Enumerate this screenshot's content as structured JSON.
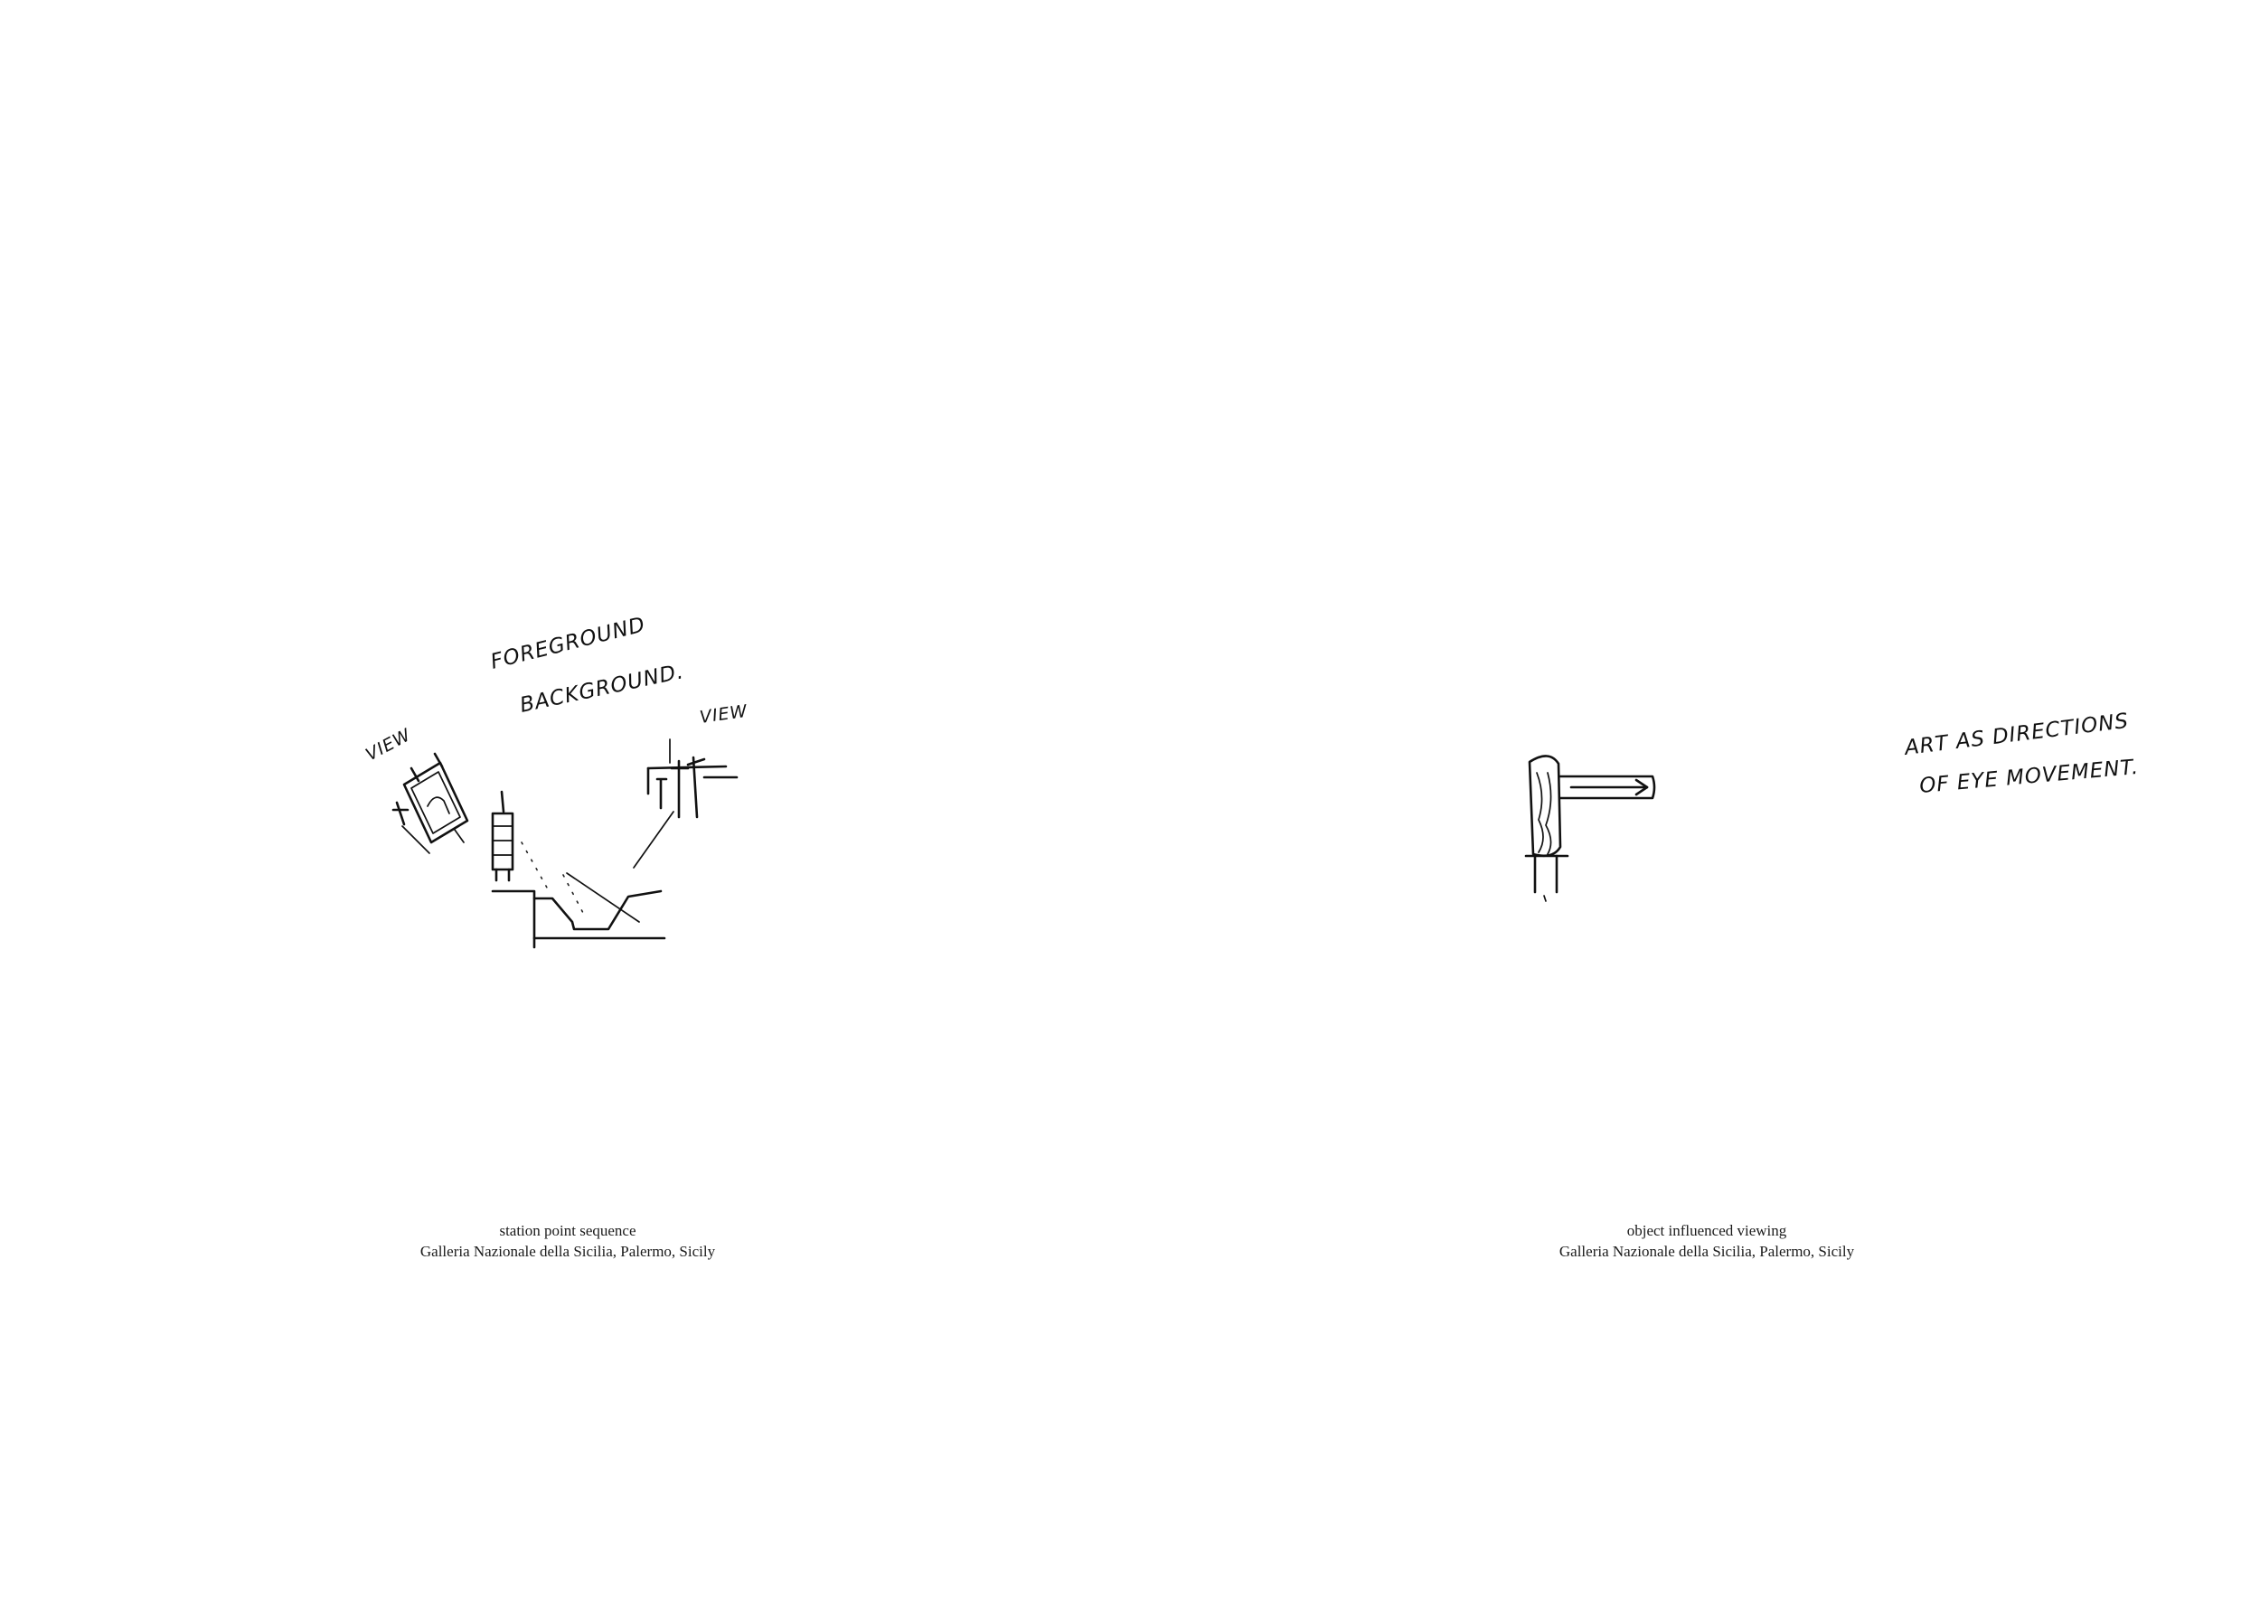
{
  "left_page": {
    "sketch": {
      "notes": {
        "foreground": "FOREGROUND",
        "background": "BACKGROUND.",
        "view_left": "VIEW",
        "view_right": "VIEW"
      }
    },
    "caption": {
      "title": "station point sequence",
      "location": "Galleria Nazionale della Sicilia, Palermo, Sicily"
    }
  },
  "right_page": {
    "sketch": {
      "notes": {
        "line1": "ART AS DIRECTIONS",
        "line2": "OF EYE MOVEMENT."
      }
    },
    "caption": {
      "title": "object influenced viewing",
      "location": "Galleria Nazionale della Sicilia, Palermo, Sicily"
    }
  }
}
